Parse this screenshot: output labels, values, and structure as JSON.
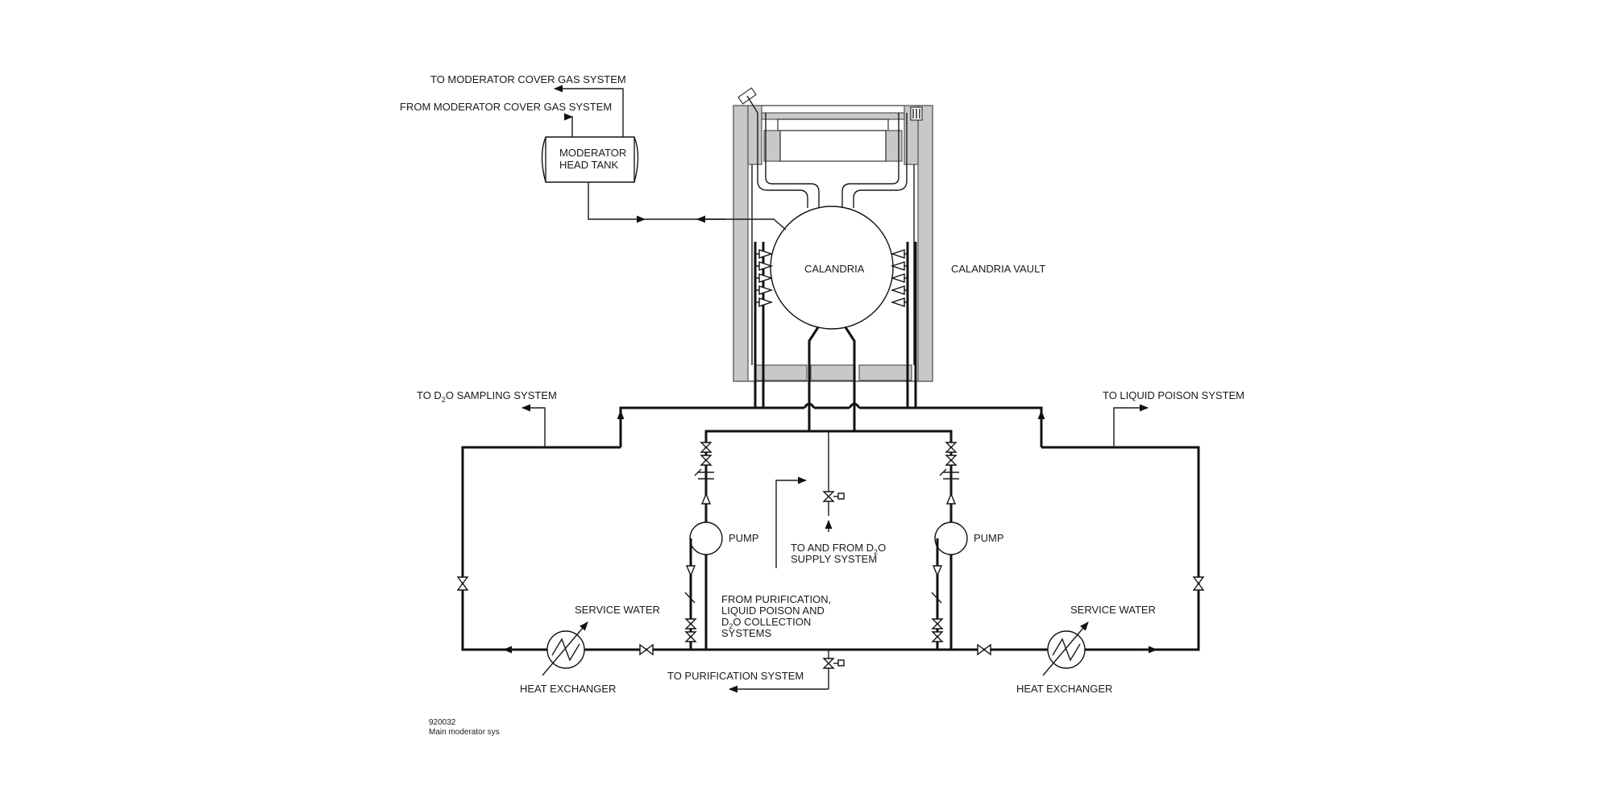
{
  "labels": {
    "to_cover_gas": "TO MODERATOR COVER GAS SYSTEM",
    "from_cover_gas": "FROM MODERATOR COVER GAS SYSTEM",
    "head_tank_1": "MODERATOR",
    "head_tank_2": "HEAD TANK",
    "calandria": "CALANDRIA",
    "calandria_vault": "CALANDRIA VAULT",
    "to_sampling_pre": "TO D",
    "to_sampling_sub": "2",
    "to_sampling_post": "O SAMPLING SYSTEM",
    "to_liquid_poison": "TO LIQUID POISON SYSTEM",
    "pump_left": "PUMP",
    "pump_right": "PUMP",
    "supply_1_pre": "TO AND FROM D",
    "supply_1_sub": "2",
    "supply_1_post": "O",
    "supply_2": "SUPPLY SYSTEM",
    "from_purif_1": "FROM PURIFICATION,",
    "from_purif_2": "LIQUID POISON AND",
    "from_purif_3_pre": "D",
    "from_purif_3_sub": "2",
    "from_purif_3_post": "O COLLECTION",
    "from_purif_4": "SYSTEMS",
    "service_water_left": "SERVICE WATER",
    "service_water_right": "SERVICE WATER",
    "heat_exchanger_left": "HEAT EXCHANGER",
    "heat_exchanger_right": "HEAT EXCHANGER",
    "to_purification": "TO PURIFICATION SYSTEM",
    "fig_number": "920032",
    "fig_caption": "Main moderator sys"
  }
}
